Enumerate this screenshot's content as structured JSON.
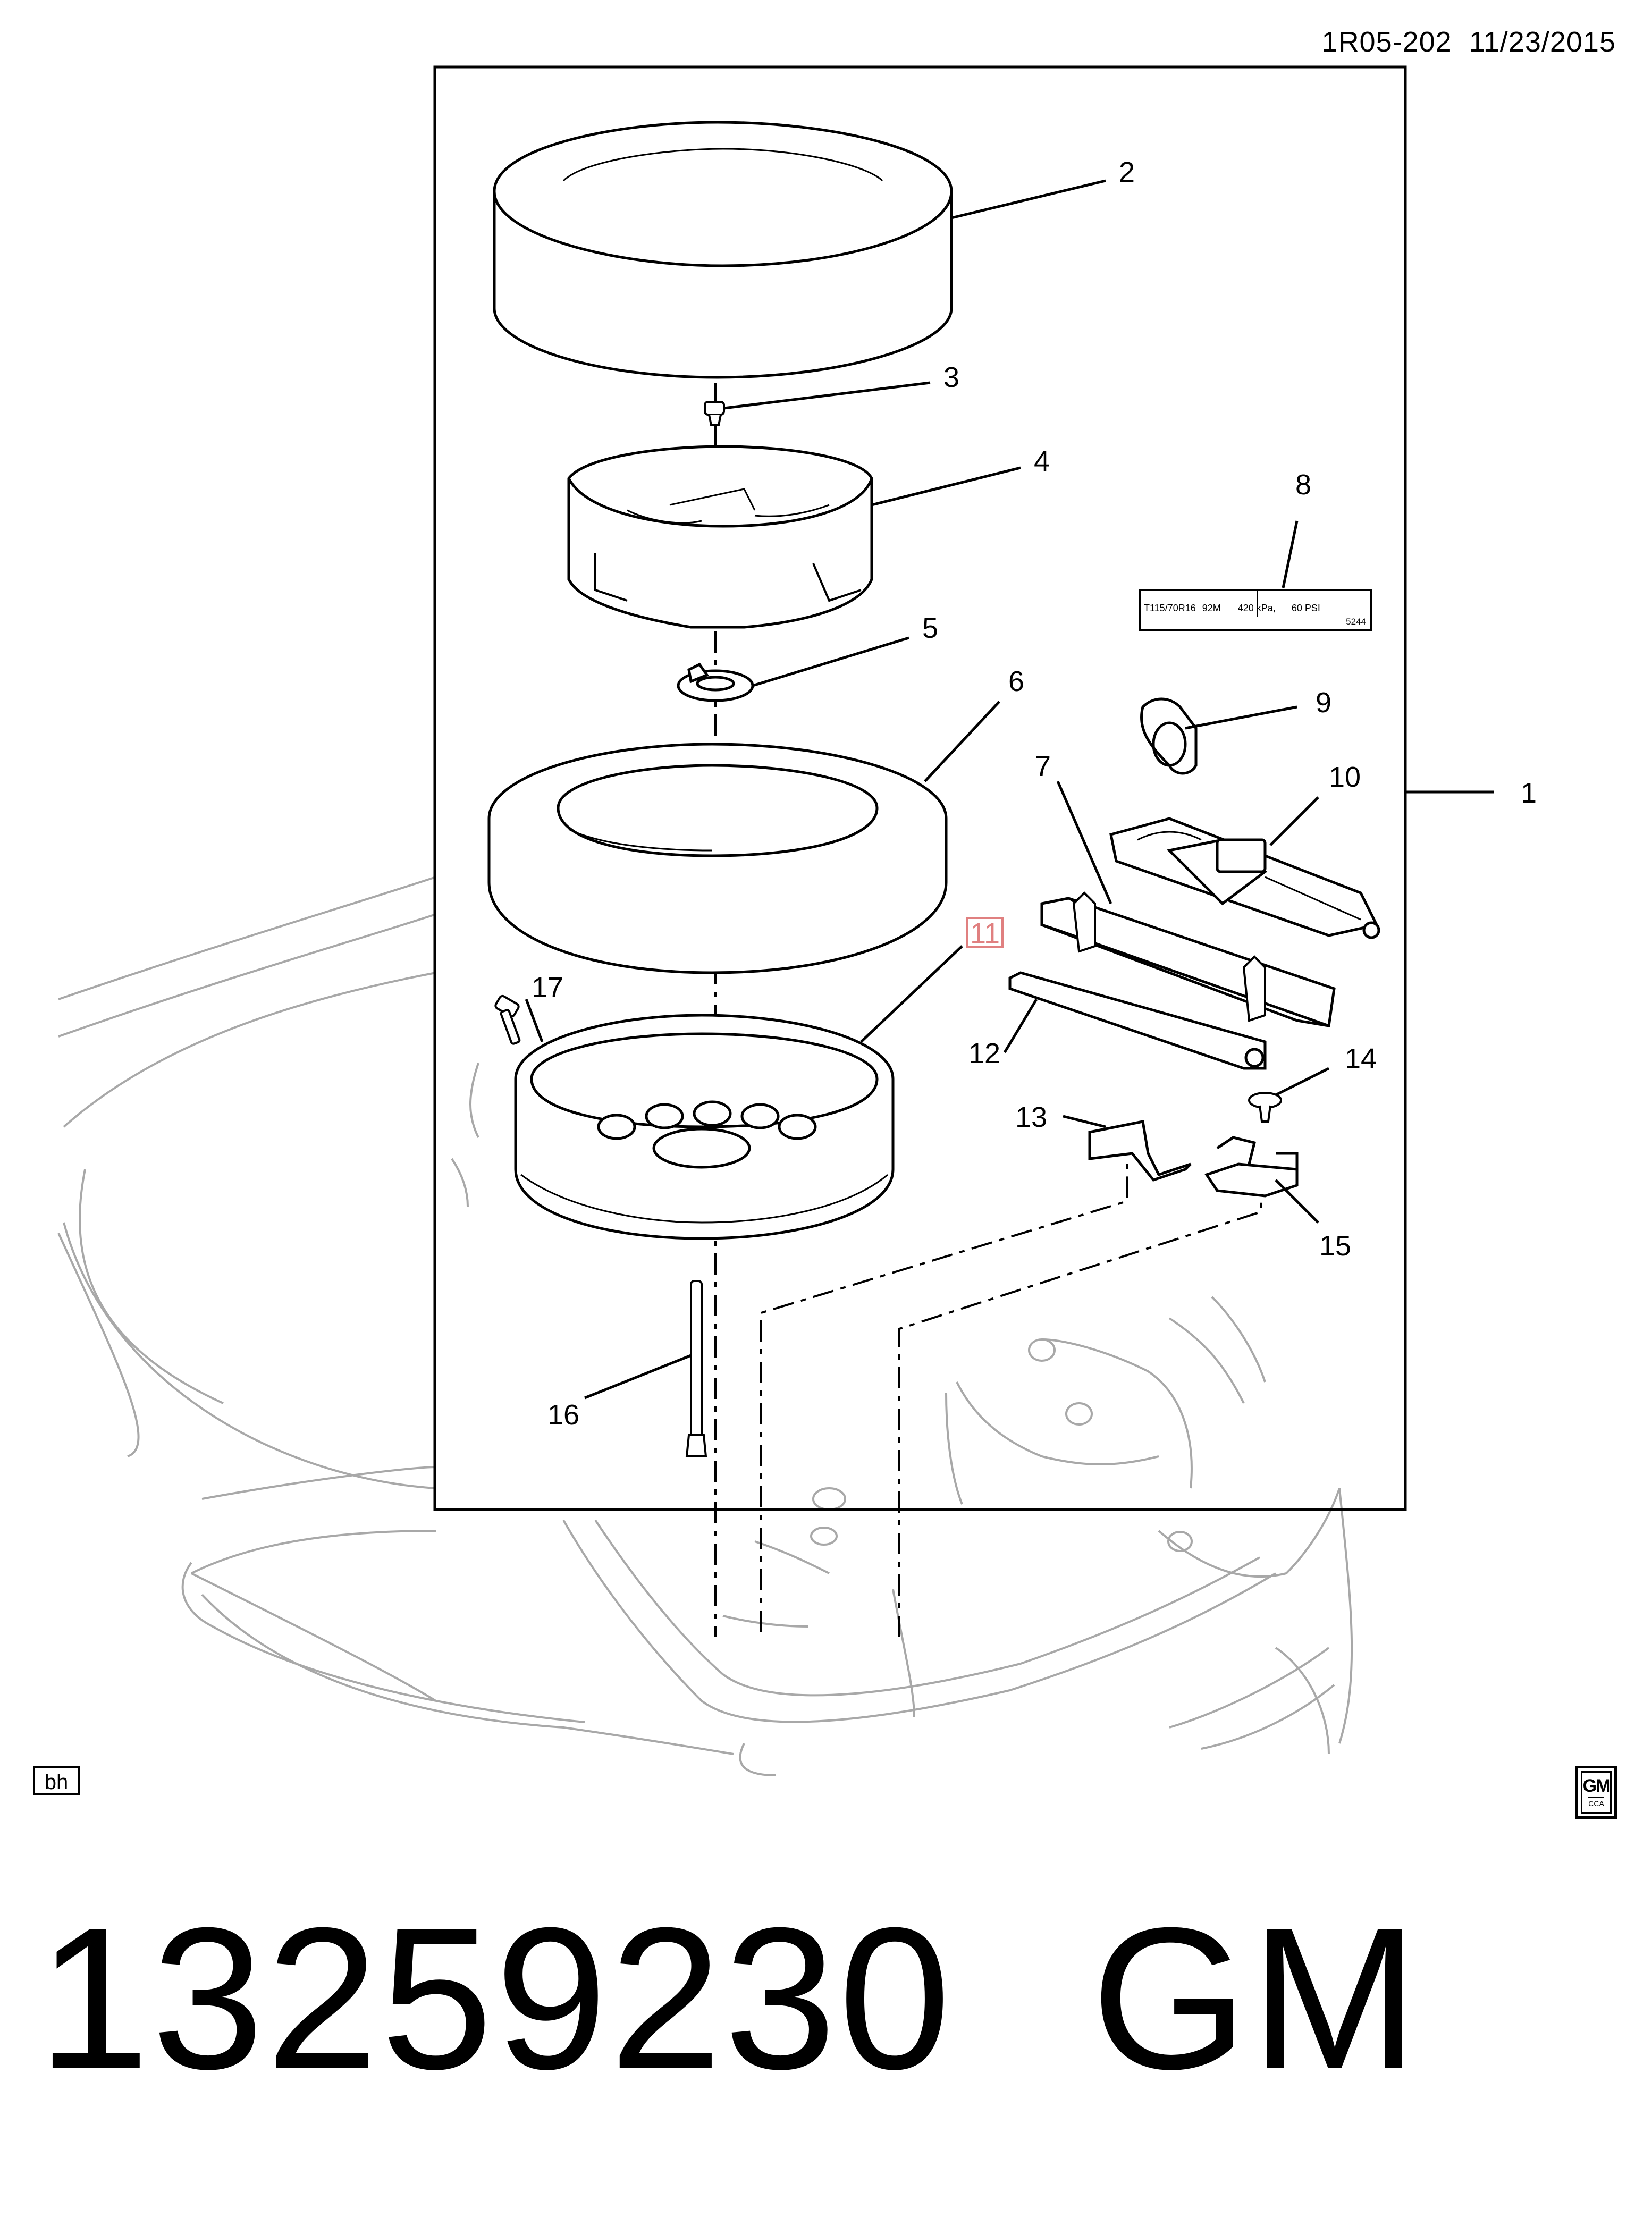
{
  "header": {
    "ref": "1R05-202",
    "date": "11/23/2015"
  },
  "callouts": [
    {
      "num": "1"
    },
    {
      "num": "2"
    },
    {
      "num": "3"
    },
    {
      "num": "4"
    },
    {
      "num": "5"
    },
    {
      "num": "6"
    },
    {
      "num": "7"
    },
    {
      "num": "8"
    },
    {
      "num": "9"
    },
    {
      "num": "10"
    },
    {
      "num": "11",
      "highlighted": true
    },
    {
      "num": "12"
    },
    {
      "num": "13"
    },
    {
      "num": "14"
    },
    {
      "num": "15"
    },
    {
      "num": "16"
    },
    {
      "num": "17"
    }
  ],
  "tire_label": {
    "size": "T115/70R16",
    "load": "92M",
    "pressure_kpa": "420 kPa,",
    "pressure_psi": "60 PSI",
    "code": "5244"
  },
  "bottom_left_tag": "bh",
  "logo": {
    "text": "GM",
    "sub": "CCA"
  },
  "part_number": "13259230",
  "brand": "GM",
  "colors": {
    "line": "#000000",
    "ghost": "#a8a8a8",
    "highlight": "#e08080"
  }
}
